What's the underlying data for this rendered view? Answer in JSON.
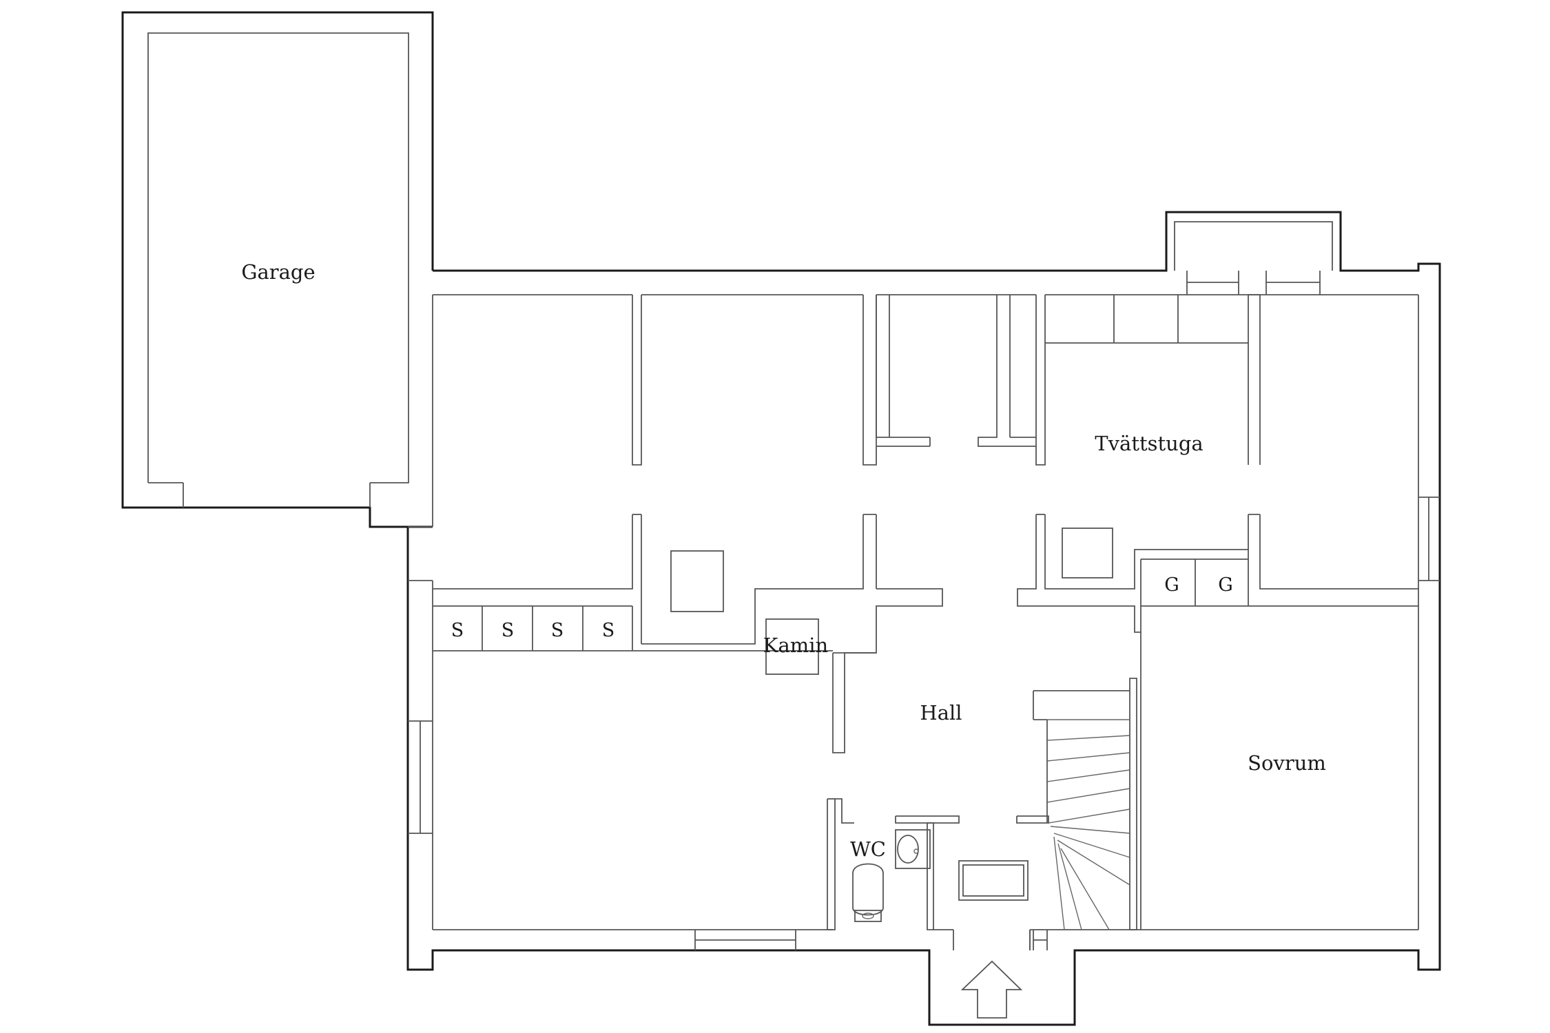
{
  "rooms": {
    "garage": "Garage",
    "tvattstuga": "Tvättstuga",
    "kamin": "Kamin",
    "hall": "Hall",
    "sovrum": "Sovrum",
    "wc": "WC"
  },
  "storage_marks": [
    "S",
    "S",
    "S",
    "S"
  ],
  "appliance_marks": [
    "G",
    "G"
  ]
}
